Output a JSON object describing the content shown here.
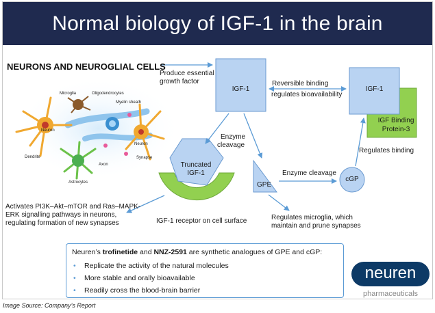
{
  "title": "Normal biology of IGF-1 in the brain",
  "heading": "NEURONS AND NEUROGLIAL CELLS",
  "cell_labels": {
    "microglia": "Microglia",
    "oligodendrocytes": "Oligodendrocytes",
    "myelin_sheath": "Myelin sheath",
    "neuron_left": "Neuron",
    "neuron_right": "Neuron",
    "dendrite": "Dendrite",
    "axon": "Axon",
    "synapse": "Synapse",
    "astrocytes": "Astrocytes"
  },
  "diagram": {
    "produce_label": "Produce essential growth factor",
    "igf1_box": "IGF-1",
    "binding_label_1": "Reversible binding",
    "binding_label_2": "regulates bioavailability",
    "igf1_right_box": "IGF-1",
    "igfbp3_box_1": "IGF Binding",
    "igfbp3_box_2": "Protein-3",
    "enzyme_cleavage_1": "Enzyme",
    "enzyme_cleavage_2": "cleavage",
    "truncated_1": "Truncated",
    "truncated_2": "IGF-1",
    "gpe_label": "GPE",
    "enzyme_cleavage_right": "Enzyme cleavage",
    "cgp_label": "cGP",
    "regulates_binding": "Regulates binding",
    "receptor_label": "IGF-1 receptor on cell surface",
    "microglia_note_1": "Regulates microglia, which",
    "microglia_note_2": "maintain and prune synapses",
    "activates_1": "Activates PI3K–Akt–mTOR and Ras–MAPK-",
    "activates_2": "ERK signalling pathways in neurons,",
    "activates_3": "regulating formation of new synapses"
  },
  "note": {
    "intro_1": "Neuren’s ",
    "drug_1": "trofinetide",
    "intro_2": " and ",
    "drug_2": "NNZ-2591",
    "intro_3": " are synthetic analogues of GPE and cGP:",
    "bullets": [
      "Replicate the activity of the natural molecules",
      "More stable and orally bioavailable",
      "Readily cross the blood-brain barrier"
    ]
  },
  "logo": {
    "name": "neuren",
    "sub": "pharmaceuticals"
  },
  "source": "Image Source: Company’s Report",
  "colors": {
    "title_bg": "#1f2a4f",
    "box_blue": "#b9d3f2",
    "green": "#92d050",
    "arrow": "#5b9bd5",
    "neuron_orange": "#f0a830",
    "logo_bg": "#0d3a66"
  }
}
